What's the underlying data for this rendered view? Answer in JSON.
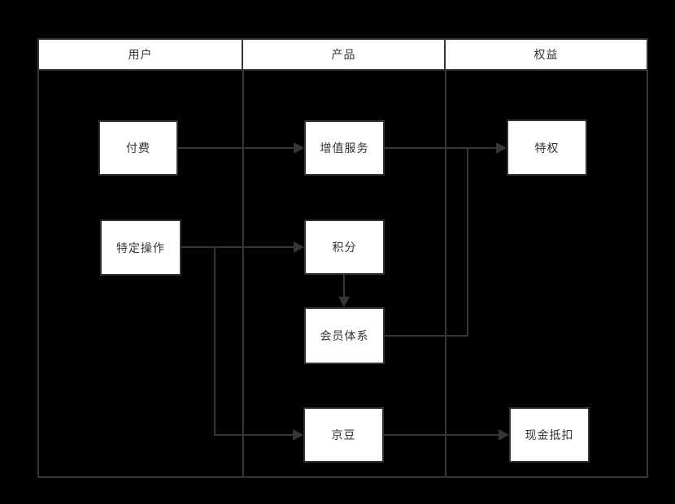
{
  "diagram": {
    "type": "swimlane-flowchart",
    "colors": {
      "background": "#000000",
      "lane_border": "#363636",
      "connector": "#373737",
      "node_fill": "#ffffff",
      "node_border": "#333333",
      "text": "#333333"
    },
    "lanes": [
      {
        "label": "用户"
      },
      {
        "label": "产品"
      },
      {
        "label": "权益"
      }
    ],
    "nodes": [
      {
        "id": "pay",
        "label": "付费",
        "lane": "用户"
      },
      {
        "id": "specific-action",
        "label": "特定操作",
        "lane": "用户"
      },
      {
        "id": "value-added-service",
        "label": "增值服务",
        "lane": "产品"
      },
      {
        "id": "points",
        "label": "积分",
        "lane": "产品"
      },
      {
        "id": "membership-system",
        "label": "会员体系",
        "lane": "产品"
      },
      {
        "id": "jd-beans",
        "label": "京豆",
        "lane": "产品"
      },
      {
        "id": "privilege",
        "label": "特权",
        "lane": "权益"
      },
      {
        "id": "cash-deduction",
        "label": "现金抵扣",
        "lane": "权益"
      }
    ],
    "edges": [
      {
        "from": "付费",
        "to": "增值服务"
      },
      {
        "from": "增值服务",
        "to": "特权"
      },
      {
        "from": "特定操作",
        "to": "积分"
      },
      {
        "from": "特定操作",
        "to": "京豆"
      },
      {
        "from": "积分",
        "to": "会员体系"
      },
      {
        "from": "会员体系",
        "to": "特权"
      },
      {
        "from": "京豆",
        "to": "现金抵扣"
      }
    ]
  }
}
